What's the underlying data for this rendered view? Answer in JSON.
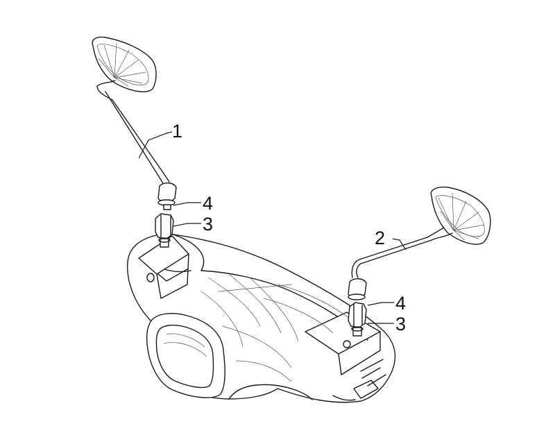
{
  "diagram": {
    "parts": [
      {
        "id": "1",
        "label": "1"
      },
      {
        "id": "2",
        "label": "2"
      },
      {
        "id": "3-left",
        "label": "3"
      },
      {
        "id": "4-left",
        "label": "4"
      },
      {
        "id": "3-right",
        "label": "3"
      },
      {
        "id": "4-right",
        "label": "4"
      }
    ]
  }
}
